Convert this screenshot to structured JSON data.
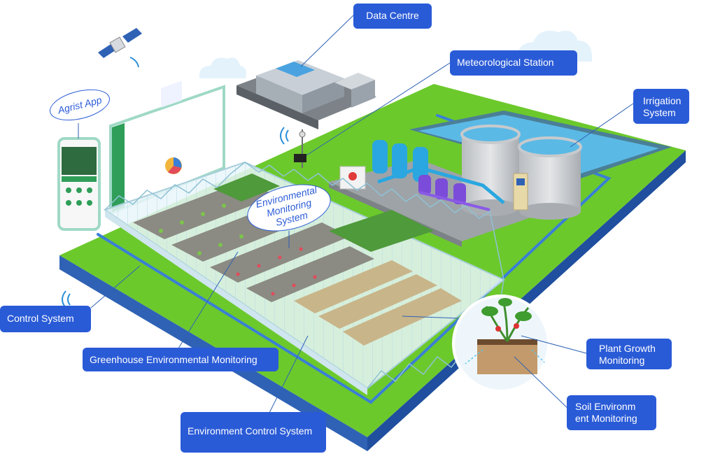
{
  "labels": {
    "data_centre": "Data Centre",
    "meteorological_station": "Meteorological Station",
    "irrigation_system": "Irrigation System",
    "agrist_app": "Agrist App",
    "environmental_monitoring_system": "Environmental Monitoring System",
    "control_system": "Control System",
    "greenhouse_environmental_monitoring": "Greenhouse Environmental Monitoring",
    "environment_control_system": "Environment Control System",
    "plant_growth_monitoring": "Plant Growth Monitoring",
    "soil_environment_monitoring": "Soil Environm ent Monitoring"
  },
  "colors": {
    "label_bg": "#2a5bd7",
    "label_text": "#ffffff",
    "ground_top": "#6cc92c",
    "ground_side": "#2f62b5",
    "pool_water": "#5bb9e6",
    "soil_dark": "#8b8a83",
    "soil_light": "#c9b58a",
    "greenhouse_glass": "#dff1f7"
  }
}
